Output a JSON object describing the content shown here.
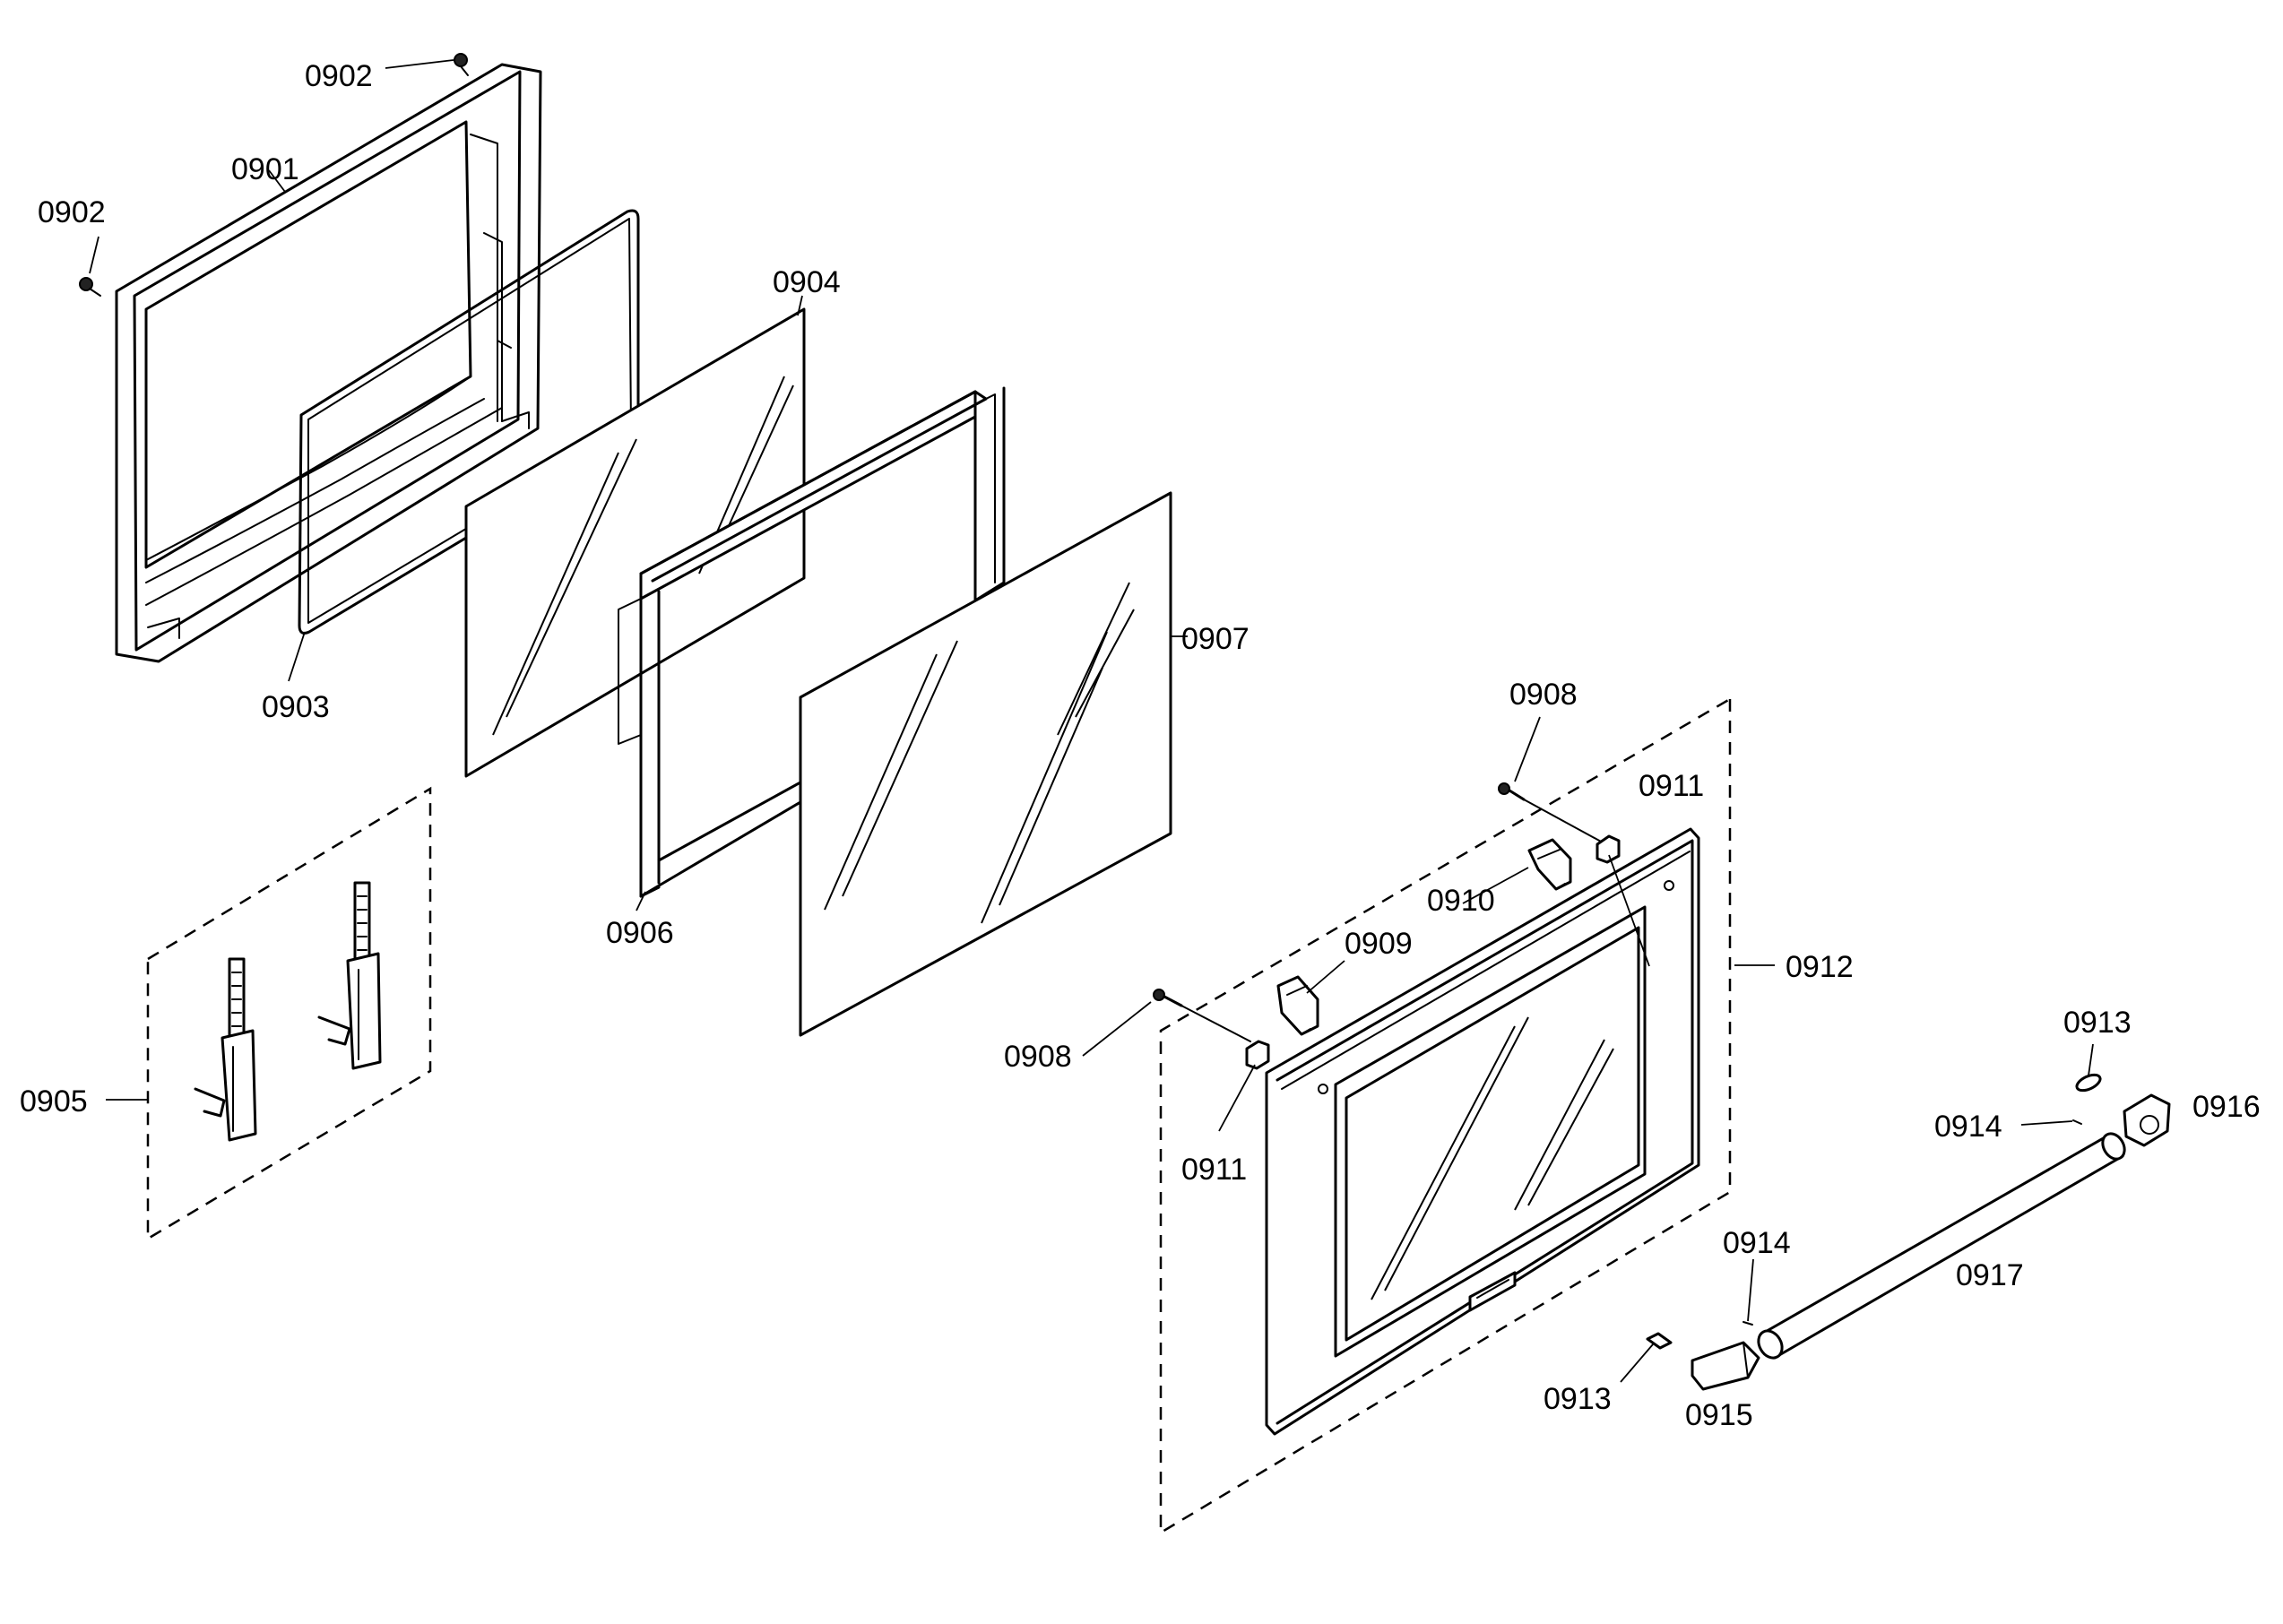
{
  "diagram": {
    "labels": {
      "p0901": "0901",
      "p0902a": "0902",
      "p0902b": "0902",
      "p0903": "0903",
      "p0904": "0904",
      "p0905": "0905",
      "p0906": "0906",
      "p0907": "0907",
      "p0908a": "0908",
      "p0908b": "0908",
      "p0909": "0909",
      "p0910": "0910",
      "p0911a": "0911",
      "p0911b": "0911",
      "p0912": "0912",
      "p0913a": "0913",
      "p0913b": "0913",
      "p0914a": "0914",
      "p0914b": "0914",
      "p0915": "0915",
      "p0916": "0916",
      "p0917": "0917"
    }
  }
}
